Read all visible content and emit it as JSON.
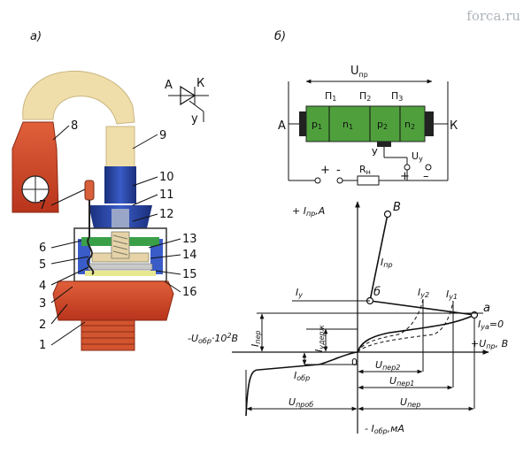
{
  "watermark": "forca.ru",
  "panel_a": {
    "title": "а)",
    "callouts": [
      "8",
      "9",
      "10",
      "11",
      "12",
      "7",
      "6",
      "5",
      "4",
      "3",
      "2",
      "1",
      "13",
      "14",
      "15",
      "16"
    ],
    "symbol": {
      "anode": "А",
      "cathode": "К",
      "gate": "у"
    }
  },
  "panel_b": {
    "title": "б)",
    "structure": {
      "u_label": "U",
      "u_sub": "пр",
      "junctions": [
        {
          "main": "П",
          "sub": "1"
        },
        {
          "main": "П",
          "sub": "2"
        },
        {
          "main": "П",
          "sub": "3"
        }
      ],
      "layers": [
        {
          "main": "p",
          "sub": "1"
        },
        {
          "main": "n",
          "sub": "1"
        },
        {
          "main": "p",
          "sub": "2"
        },
        {
          "main": "n",
          "sub": "2"
        }
      ],
      "anode": "А",
      "cathode": "К",
      "gate": "У",
      "uy_main": "U",
      "uy_sub": "у",
      "rn_main": "R",
      "rn_sub": "н",
      "plus": "+",
      "minus": "-",
      "plus2": "+",
      "minus2": "–"
    },
    "graph": {
      "y_pos_label": "+ I",
      "y_pos_sub": "пр",
      "y_pos_unit": ",A",
      "y_neg_label": "- I",
      "y_neg_sub": "обр",
      "y_neg_unit": ",мА",
      "x_pos_label": "+U",
      "x_pos_sub": "пр",
      "x_pos_unit": ", В",
      "x_neg_label": "-U",
      "x_neg_sub": "обр",
      "x_neg_unit": "·10",
      "x_neg_exp": "2",
      "x_neg_tail": "B",
      "origin": "0",
      "point_a": "a",
      "point_b": "б",
      "point_B": "B",
      "i_pr": "I",
      "i_pr_sub": "пр",
      "i_y": "I",
      "i_y_sub": "у",
      "i_y2": "I",
      "i_y2_sub": "у2",
      "i_y1": "I",
      "i_y1_sub": "у1",
      "i_ya": "I",
      "i_ya_sub": "уа",
      "i_ya_tail": "=0",
      "i_per": "I",
      "i_per_sub": "пер",
      "i_uderzh": "I",
      "i_uderzh_sub": "удерж",
      "i_obr": "I",
      "i_obr_sub": "обр",
      "u_per2": "U",
      "u_per2_sub": "пер2",
      "u_per1": "U",
      "u_per1_sub": "пер1",
      "u_prob": "U",
      "u_prob_sub": "проб",
      "u_per": "U",
      "u_per_sub": "пер"
    }
  }
}
